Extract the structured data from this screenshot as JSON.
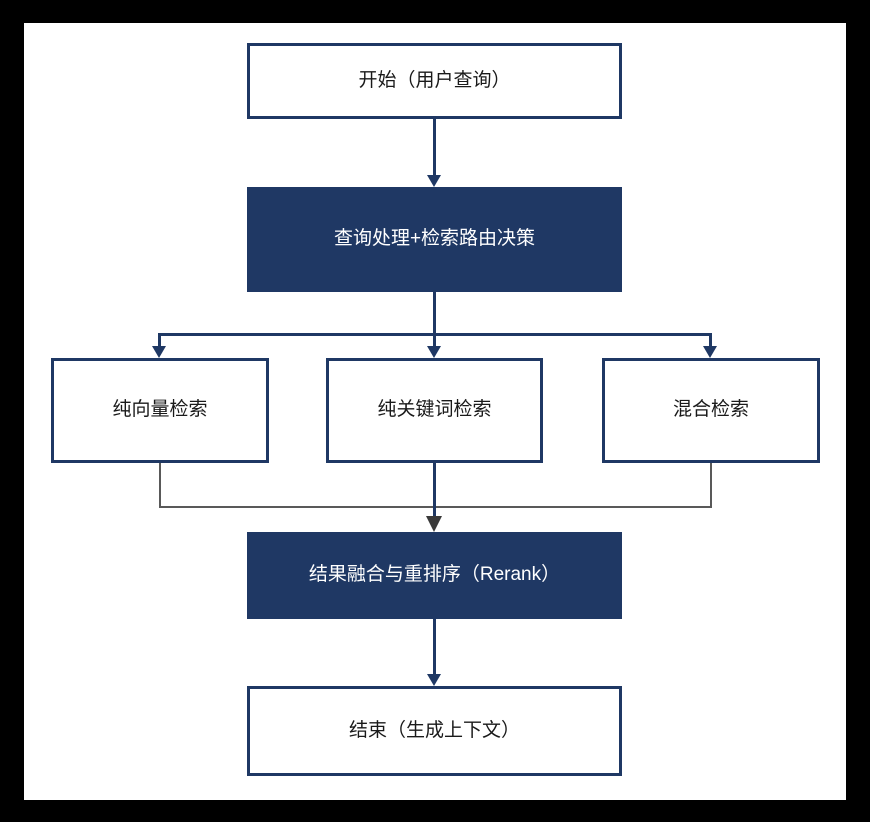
{
  "diagram": {
    "type": "flowchart",
    "nodes": {
      "start": {
        "label": "开始（用户查询）"
      },
      "query": {
        "label": "查询处理+检索路由决策"
      },
      "vector": {
        "label": "纯向量检索"
      },
      "keyword": {
        "label": "纯关键词检索"
      },
      "hybrid": {
        "label": "混合检索"
      },
      "rerank": {
        "label": "结果融合与重排序（Rerank）"
      },
      "end": {
        "label": "结束（生成上下文）"
      }
    },
    "edges": [
      "start -> query",
      "query -> vector",
      "query -> keyword",
      "query -> hybrid",
      "vector -> rerank",
      "keyword -> rerank",
      "hybrid -> rerank",
      "rerank -> end"
    ],
    "colors": {
      "node_fill_dark": "#1f3864",
      "node_border": "#1f3864",
      "node_fill_light": "#ffffff",
      "connector_primary": "#1f3864",
      "connector_merge": "#595959",
      "arrowhead_merge": "#3a3a3a",
      "text_dark": "#1a1a1a",
      "text_light": "#ffffff",
      "frame": "#000000",
      "canvas": "#ffffff"
    }
  }
}
